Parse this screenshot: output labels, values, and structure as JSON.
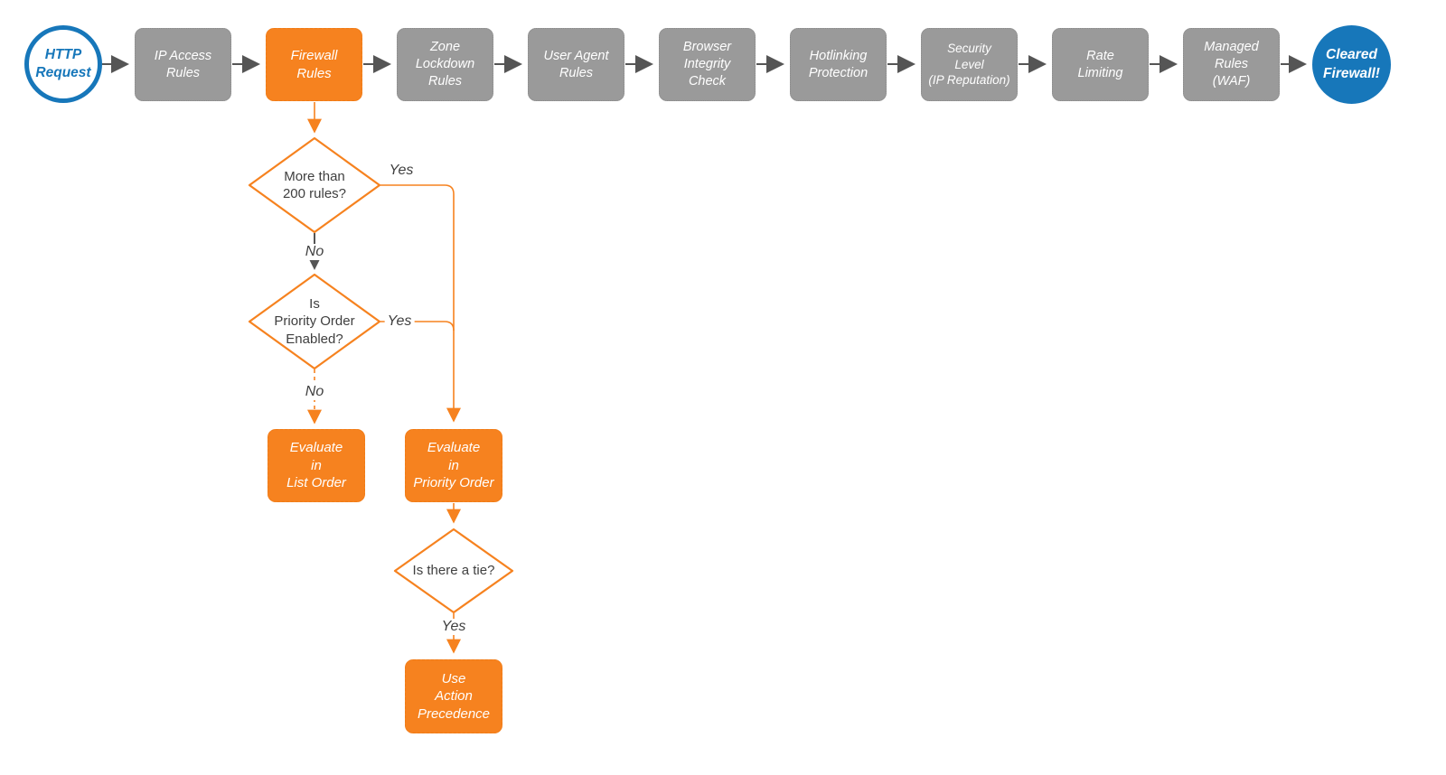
{
  "colors": {
    "orange": "#F6821F",
    "gray": "#9A9A9A",
    "blue": "#1777BA",
    "line_gray": "#555555"
  },
  "pipeline": {
    "http_request": "HTTP\nRequest",
    "ip_access_rules": "IP Access\nRules",
    "firewall_rules": "Firewall\nRules",
    "zone_lockdown_rules": "Zone\nLockdown\nRules",
    "user_agent_rules": "User Agent\nRules",
    "browser_integrity_check": "Browser\nIntegrity\nCheck",
    "hotlinking_protection": "Hotlinking\nProtection",
    "security_level": "Security\nLevel\n(IP Reputation)",
    "rate_limiting": "Rate\nLimiting",
    "managed_rules_waf": "Managed\nRules\n(WAF)",
    "cleared_firewall": "Cleared\nFirewall!"
  },
  "decisions": {
    "more_than_200_rules": "More than\n200 rules?",
    "priority_order_enabled": "Is\nPriority Order\nEnabled?",
    "is_there_a_tie": "Is there a tie?"
  },
  "actions": {
    "evaluate_list_order": "Evaluate\nin\nList Order",
    "evaluate_priority_order": "Evaluate\nin\nPriority Order",
    "use_action_precedence": "Use\nAction\nPrecedence"
  },
  "edge_labels": {
    "yes_200_rules": "Yes",
    "no_200_rules": "No",
    "yes_priority": "Yes",
    "no_priority": "No",
    "yes_tie": "Yes"
  }
}
